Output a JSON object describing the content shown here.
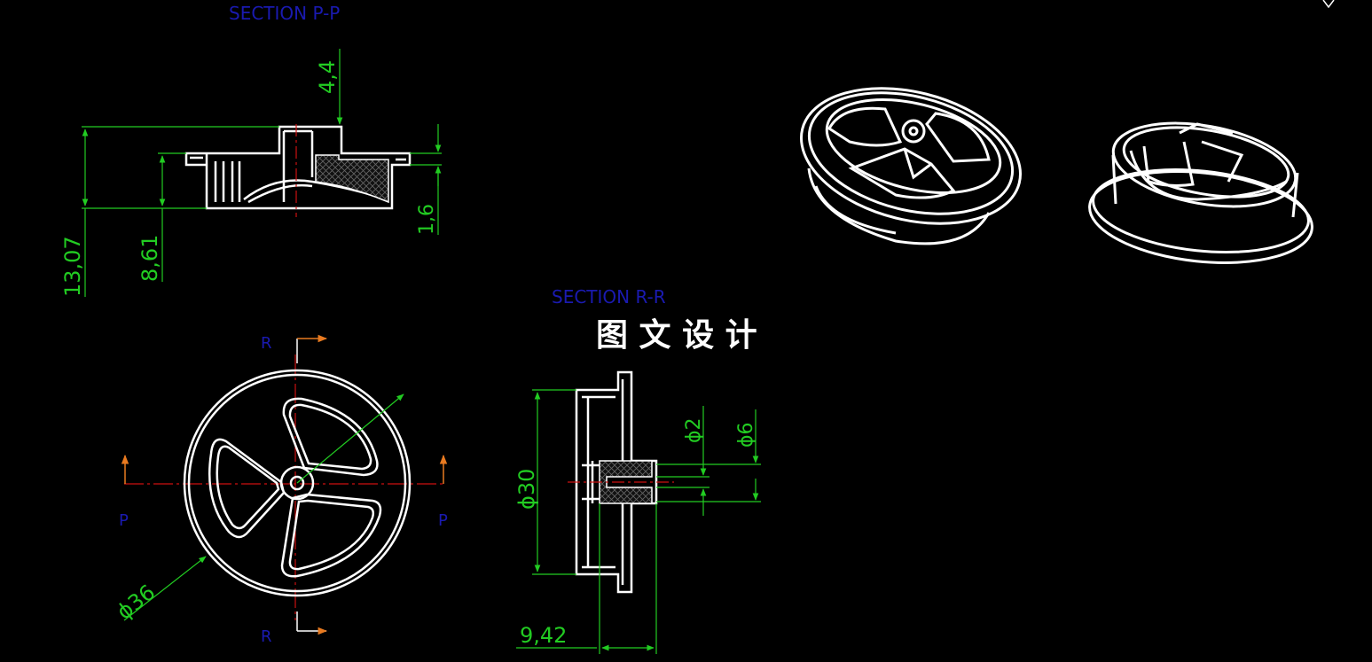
{
  "colors": {
    "background": "#000000",
    "outline": "#ffffff",
    "dimension": "#22cc22",
    "section_label": "#1a1ab0",
    "centerline": "#cc1111",
    "section_arrow": "#e87a20",
    "hatch": "#555555"
  },
  "titles": {
    "section_p": "SECTION P-P",
    "section_r": "SECTION R-R",
    "watermark": "图 文 设 计"
  },
  "section_markers": {
    "r_top": "R",
    "r_bottom": "R",
    "p_left": "P",
    "p_right": "P"
  },
  "dimensions": {
    "section_p": {
      "height_overall": "13,07",
      "height_inner": "8,61",
      "top_offset": "4,4",
      "flange": "1,6"
    },
    "front_view": {
      "outer_diameter": "ϕ36"
    },
    "section_r": {
      "diameter_body": "ϕ30",
      "diameter_hole": "ϕ2",
      "diameter_hub": "ϕ6",
      "width": "9,42"
    }
  }
}
